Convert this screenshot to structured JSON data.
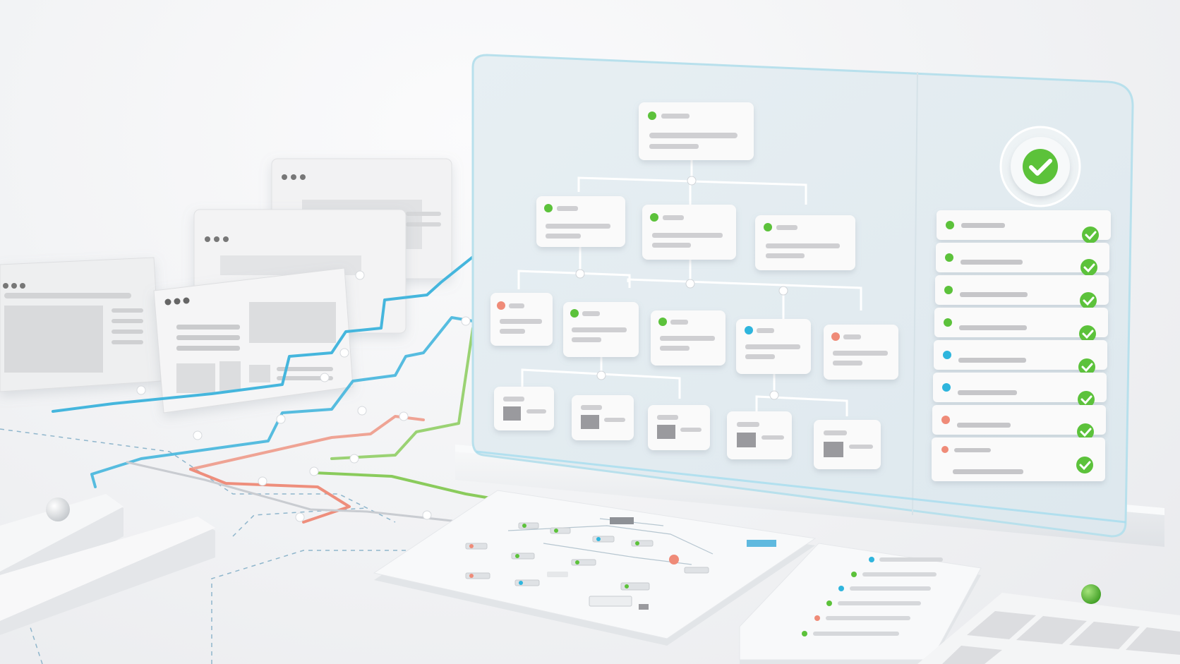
{
  "colors": {
    "background": "#f1f2f4",
    "glass_panel": "#e3ecf1",
    "glass_edge": "#bfe3ee",
    "card": "#fafafa",
    "bar": "#cfcfd2",
    "green": "#5cc23a",
    "blue": "#2fb5dd",
    "red": "#ef8b78",
    "line_blue": "#45b6dd",
    "line_green": "#8acb5c",
    "line_red": "#ee8e7c",
    "line_gray": "#c9ccd1"
  },
  "icons": [
    "window-dots-icon",
    "status-dot-icon",
    "checkmark-icon",
    "check-badge-icon"
  ],
  "tree": {
    "root": {
      "status": "green"
    },
    "level1": [
      "green",
      "green",
      "green"
    ],
    "level2": [
      "red",
      "green",
      "green",
      "blue",
      "red"
    ],
    "level3_count": 5
  },
  "checklist": {
    "item_status": [
      "green",
      "green",
      "green",
      "green",
      "blue",
      "blue",
      "red",
      "red"
    ],
    "all_checked": true
  }
}
